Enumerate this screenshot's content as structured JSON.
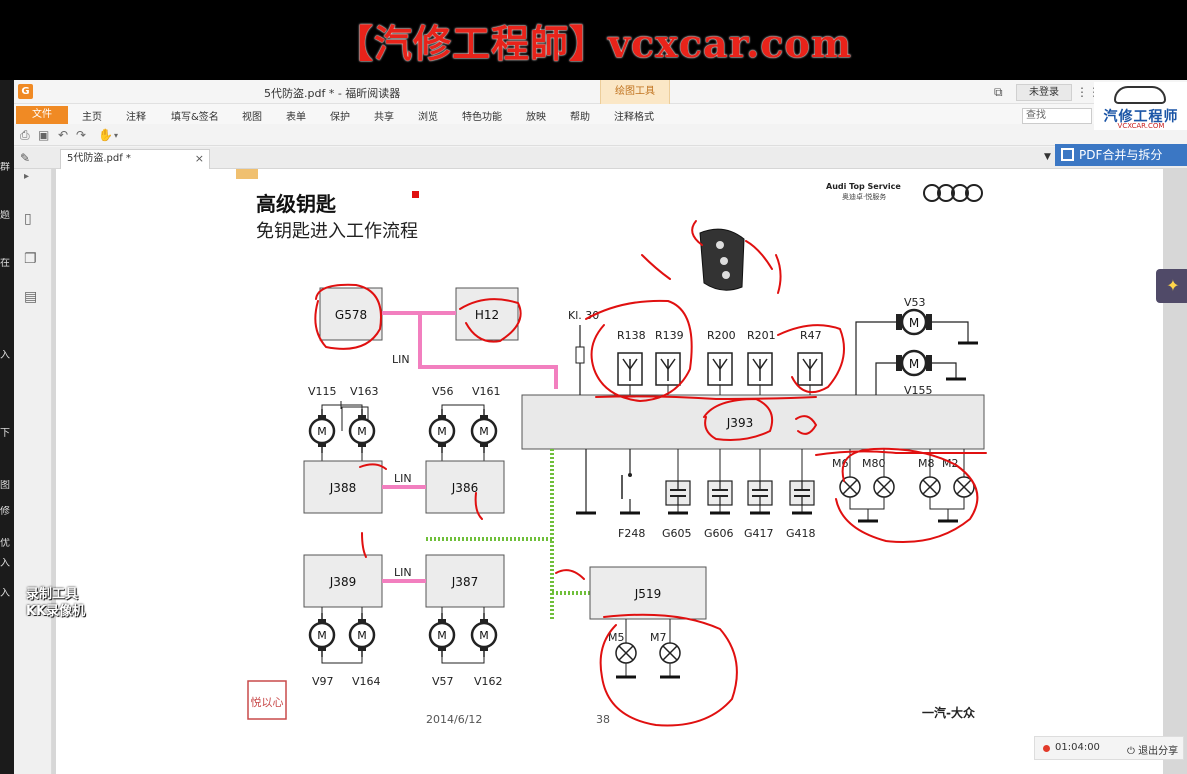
{
  "banner": {
    "text": "【汽修工程師】vcxcar.com"
  },
  "left_strip": [
    "群",
    "题",
    "在",
    "入",
    "下",
    "图",
    "修",
    "优",
    "入",
    "入"
  ],
  "window": {
    "title": "5代防盗.pdf * - 福昕阅读器",
    "tools_tab": "绘图工具",
    "login": "未登录",
    "search_placeholder": "查找"
  },
  "menu": {
    "file": "文件",
    "items": [
      "主页",
      "注释",
      "填写&签名",
      "视图",
      "表单",
      "保护",
      "共享",
      "浏览",
      "特色功能",
      "放映",
      "帮助",
      "注释格式"
    ]
  },
  "brand": {
    "name": "汽修工程师",
    "sub": "VCXCAR.COM"
  },
  "tabs": {
    "doc_tab": "5代防盗.pdf *",
    "close": "×"
  },
  "merge_button": "PDF合并与拆分",
  "slide": {
    "title": "高级钥匙",
    "subtitle": "免钥匙进入工作流程",
    "audi_service": "Audi Top Service",
    "audi_service_cn": "奥迪卓·悦服务",
    "footer_date": "2014/6/12",
    "footer_page": "38",
    "footer_brand": "一汽-大众",
    "seal_text": "悦以心",
    "labels": {
      "g578": "G578",
      "h12": "H12",
      "lin": "LIN",
      "kl30": "Kl. 30",
      "j393": "J393",
      "j388": "J388",
      "j386": "J386",
      "j389": "J389",
      "j387": "J387",
      "j519": "J519",
      "v115": "V115",
      "v163": "V163",
      "v56": "V56",
      "v161": "V161",
      "v97": "V97",
      "v164": "V164",
      "v57": "V57",
      "v162": "V162",
      "v53": "V53",
      "v155": "V155",
      "r138": "R138",
      "r139": "R139",
      "r200": "R200",
      "r201": "R201",
      "r47": "R47",
      "f248": "F248",
      "g605": "G605",
      "g606": "G606",
      "g417": "G417",
      "g418": "G418",
      "m6": "M6",
      "m80": "M80",
      "m8": "M8",
      "m2": "M2",
      "m5": "M5",
      "m7": "M7",
      "motor": "M"
    }
  },
  "status": {
    "time": "01:04:00",
    "exit_share": "退出分享"
  },
  "watermark": {
    "line1": "录制工具",
    "line2": "KK录像机"
  },
  "colors": {
    "accent_orange": "#f08a24",
    "banner_red": "#e8231a",
    "annotation_red": "#e01010",
    "lin_pink": "#f27fbf",
    "bus_green": "#6fbf3a"
  }
}
